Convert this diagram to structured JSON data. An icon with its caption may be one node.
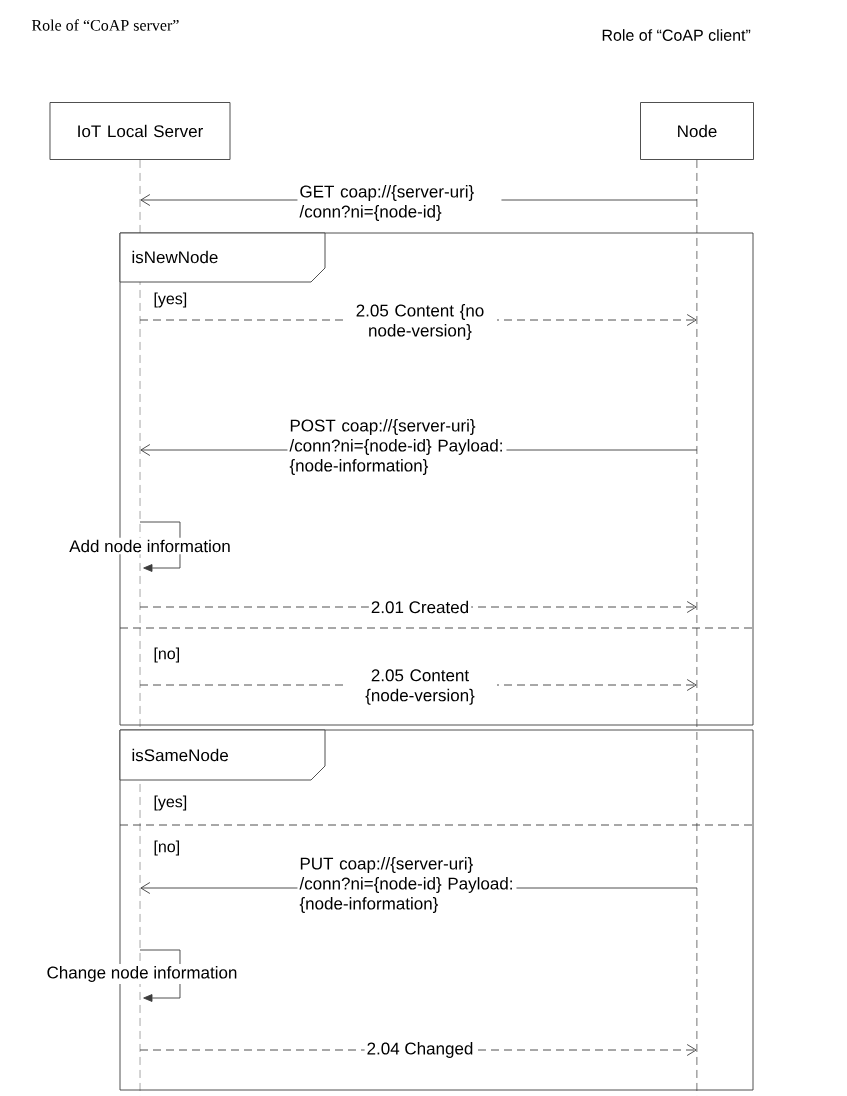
{
  "diagram": {
    "nodes": [
      {
        "text": [
          "IoT Local Server"
        ]
      },
      {
        "text": [
          "Node"
        ]
      },
      {
        "text": [],
        "shape": "line"
      },
      {
        "text": [],
        "shape": "line"
      },
      {
        "text": [
          "isNewNode"
        ]
      },
      {
        "text": [
          "isSameNode"
        ]
      }
    ],
    "edges": [
      {
        "from": 3,
        "to": 2,
        "arrow": "to",
        "label": "GET coap://{server-uri} /conn?ni={node-id}"
      },
      {
        "from": 2,
        "to": 3,
        "arrow": "to",
        "style": "dashed",
        "label": "2.05 Content {no node-version}"
      },
      {
        "from": 3,
        "to": 2,
        "arrow": "to",
        "label": "POST coap://{server-uri} /conn?ni={node-id} Payload: {node-information}"
      },
      {
        "from": 2,
        "to": 2,
        "arrow": "to",
        "label": "Add node information"
      },
      {
        "from": 2,
        "to": 3,
        "arrow": "to",
        "style": "dashed",
        "label": "2.01 Created"
      },
      {
        "from": 2,
        "to": 3,
        "arrow": "to",
        "style": "dashed",
        "label": "2.05 Content {node-version}"
      },
      {
        "from": 3,
        "to": 2,
        "arrow": "to",
        "label": "PUT coap://{server-uri} /conn?ni={node-id} Payload: {node-information}"
      },
      {
        "from": 2,
        "to": 2,
        "arrow": "to",
        "label": "Change node information"
      },
      {
        "from": 2,
        "to": 3,
        "arrow": "to",
        "style": "dashed",
        "label": "2.04 Changed"
      }
    ],
    "labels": [
      "Role of “CoAP server”",
      "Role of “CoAP client”",
      "[yes]",
      "[no]",
      "[yes]",
      "[no]"
    ]
  }
}
